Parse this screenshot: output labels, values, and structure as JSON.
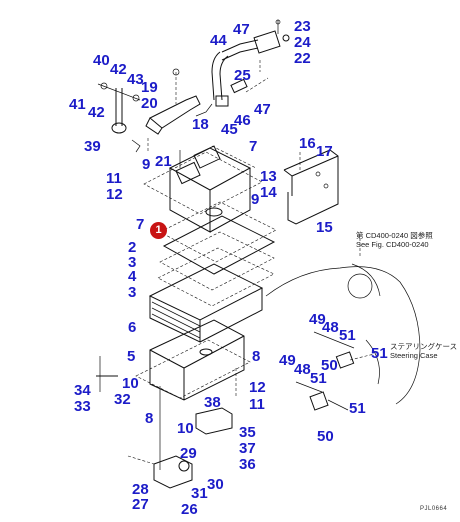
{
  "diagram": {
    "marker": "1",
    "callouts": [
      {
        "label": "47"
      },
      {
        "label": "23"
      },
      {
        "label": "44"
      },
      {
        "label": "24"
      },
      {
        "label": "22"
      },
      {
        "label": "40"
      },
      {
        "label": "42"
      },
      {
        "label": "43"
      },
      {
        "label": "25"
      },
      {
        "label": "19"
      },
      {
        "label": "41"
      },
      {
        "label": "42"
      },
      {
        "label": "20"
      },
      {
        "label": "47"
      },
      {
        "label": "18"
      },
      {
        "label": "46"
      },
      {
        "label": "45"
      },
      {
        "label": "39"
      },
      {
        "label": "7"
      },
      {
        "label": "16"
      },
      {
        "label": "17"
      },
      {
        "label": "21"
      },
      {
        "label": "9"
      },
      {
        "label": "11"
      },
      {
        "label": "13"
      },
      {
        "label": "14"
      },
      {
        "label": "12"
      },
      {
        "label": "9"
      },
      {
        "label": "15"
      },
      {
        "label": "7"
      },
      {
        "label": "2"
      },
      {
        "label": "3"
      },
      {
        "label": "4"
      },
      {
        "label": "3"
      },
      {
        "label": "6"
      },
      {
        "label": "49"
      },
      {
        "label": "48"
      },
      {
        "label": "51"
      },
      {
        "label": "5"
      },
      {
        "label": "8"
      },
      {
        "label": "51"
      },
      {
        "label": "49"
      },
      {
        "label": "48"
      },
      {
        "label": "50"
      },
      {
        "label": "34"
      },
      {
        "label": "10"
      },
      {
        "label": "51"
      },
      {
        "label": "12"
      },
      {
        "label": "33"
      },
      {
        "label": "32"
      },
      {
        "label": "11"
      },
      {
        "label": "51"
      },
      {
        "label": "8"
      },
      {
        "label": "38"
      },
      {
        "label": "50"
      },
      {
        "label": "10"
      },
      {
        "label": "35"
      },
      {
        "label": "29"
      },
      {
        "label": "37"
      },
      {
        "label": "36"
      },
      {
        "label": "30"
      },
      {
        "label": "28"
      },
      {
        "label": "31"
      },
      {
        "label": "27"
      },
      {
        "label": "26"
      }
    ],
    "notes": {
      "ref_jp": "第 CD400-0240 図参照",
      "ref_en": "See Fig. CD400-0240",
      "steering_jp": "ステアリングケース",
      "steering_en": "Steering Case",
      "drawing_code": "PJL0664"
    }
  }
}
